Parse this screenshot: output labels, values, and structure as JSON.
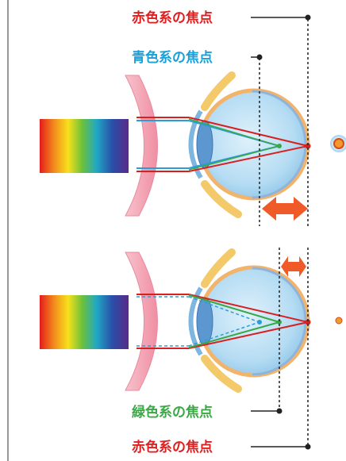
{
  "labels": {
    "top_red_focus": "赤色系の焦点",
    "top_blue_focus": "青色系の焦点",
    "bottom_green_focus": "緑色系の焦点",
    "bottom_red_focus": "赤色系の焦点"
  },
  "colors": {
    "red_label": "#e02020",
    "blue_label": "#1aa0d8",
    "green_label": "#3aa845",
    "arrow": "#f05a28",
    "leader": "#222222",
    "lens_pink": "#f2a0b0",
    "eye_blue": "#9fd0ee",
    "lid_yellow": "#f6d27a"
  }
}
